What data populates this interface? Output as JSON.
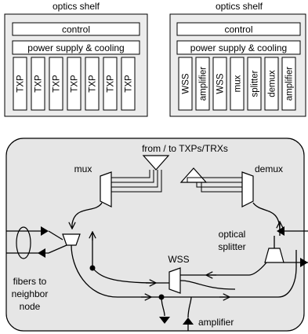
{
  "shelves": [
    {
      "title": "optics shelf",
      "control_label": "control",
      "power_label": "power supply & cooling",
      "cards": [
        "TXP",
        "TXP",
        "TXP",
        "TXP",
        "TXP",
        "TXP",
        "TXP"
      ]
    },
    {
      "title": "optics shelf",
      "control_label": "control",
      "power_label": "power supply & cooling",
      "cards": [
        "WSS",
        "amplifier",
        "WSS",
        "mux",
        "splitter",
        "demux",
        "amplifier"
      ]
    }
  ],
  "node_diagram": {
    "top_label": "from / to TXPs/TRXs",
    "mux_label": "mux",
    "demux_label": "demux",
    "optical_splitter_label_1": "optical",
    "optical_splitter_label_2": "splitter",
    "wss_label": "WSS",
    "fibers_label_1": "fibers to",
    "fibers_label_2": "neighbor",
    "fibers_label_3": "node",
    "amplifier_label": "amplifier"
  },
  "colors": {
    "shelf_fill": "#ececec",
    "card_fill": "#ffffff",
    "node_fill": "#e6e6e6",
    "line": "#000000"
  }
}
